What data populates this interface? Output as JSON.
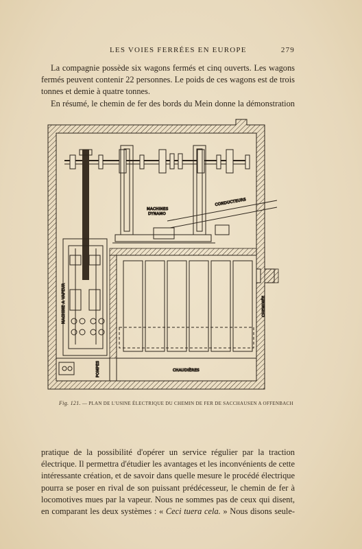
{
  "header": {
    "running_title": "LES VOIES FERRÉES EN EUROPE",
    "page_number": "279"
  },
  "paragraph_top": {
    "lines": [
      "La compagnie possède six wagons fermés et cinq ouverts. Les wagons",
      "fermés peuvent contenir 22 personnes. Le poids de ces wagons est de trois",
      "tonnes et demie à quatre tonnes.",
      "En résumé, le chemin de fer des bords du Mein donne la démonstration"
    ]
  },
  "figure": {
    "labels": {
      "machines_dynamo_1": "MACHINES",
      "machines_dynamo_2": "DYNAMO",
      "conducteurs": "CONDUCTEURS",
      "machine_a_vapeur": "MACHINE A VAPEUR",
      "pompes": "POMPES",
      "chaudieres": "CHAUDIÈRES",
      "cheminee": "CHEMINÉE"
    },
    "caption_number": "Fig. 121.",
    "caption_text": " — PLAN DE L'USINE ÉLECTRIQUE DU CHEMIN DE FER DE SACCHAUSEN A OFFENBACH"
  },
  "paragraph_bottom": {
    "lines": [
      "pratique de la possibilité d'opérer un service régulier par la traction",
      "électrique. Il permettra d'étudier les avantages et les inconvénients de cette",
      "intéressante création, et de savoir dans quelle mesure le procédé électrique",
      "pourra se poser en rival de son puissant prédécesseur, le chemin de fer à",
      "locomotives mues par la vapeur. Nous ne sommes pas de ceux qui disent,"
    ],
    "last_line_start": "en comparant les deux systèmes : «",
    "last_line_quote": " Ceci tuera cela.",
    "last_line_end": " » Nous disons seule-"
  }
}
